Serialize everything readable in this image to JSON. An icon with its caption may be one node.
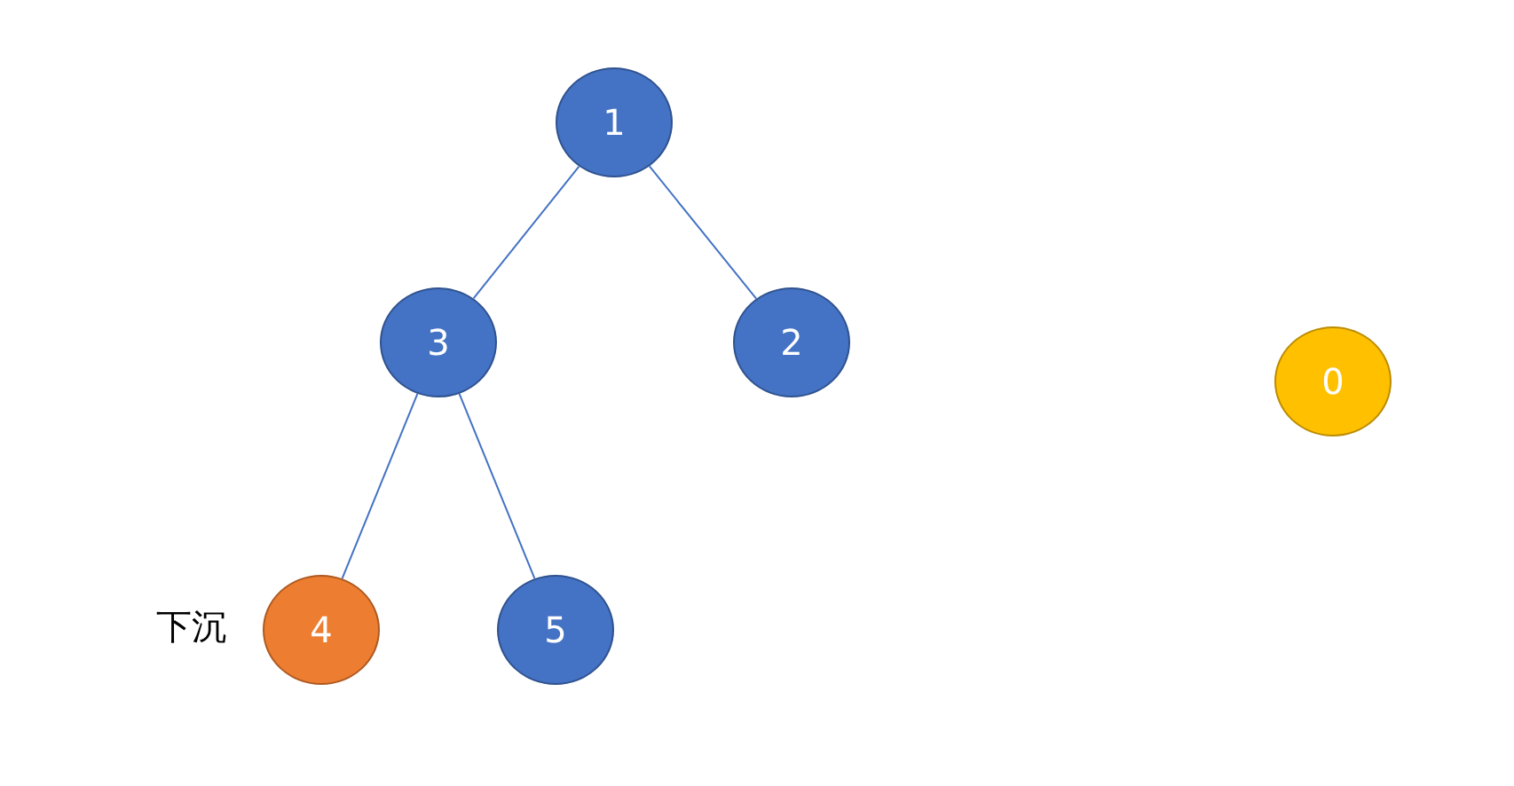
{
  "diagram": {
    "nodes": [
      {
        "text": [
          "1"
        ]
      },
      {
        "text": [
          "3"
        ]
      },
      {
        "text": [
          "2"
        ]
      },
      {
        "text": [
          "0"
        ]
      },
      {
        "text": [
          "4"
        ],
        "beside": [
          "下沉"
        ]
      },
      {
        "text": [
          "5"
        ]
      }
    ],
    "edges": [
      {
        "from": 0,
        "to": 1,
        "arrow": "none"
      },
      {
        "from": 0,
        "to": 2,
        "arrow": "none"
      },
      {
        "from": 1,
        "to": 4,
        "arrow": "none"
      },
      {
        "from": 1,
        "to": 5,
        "arrow": "none"
      }
    ]
  }
}
